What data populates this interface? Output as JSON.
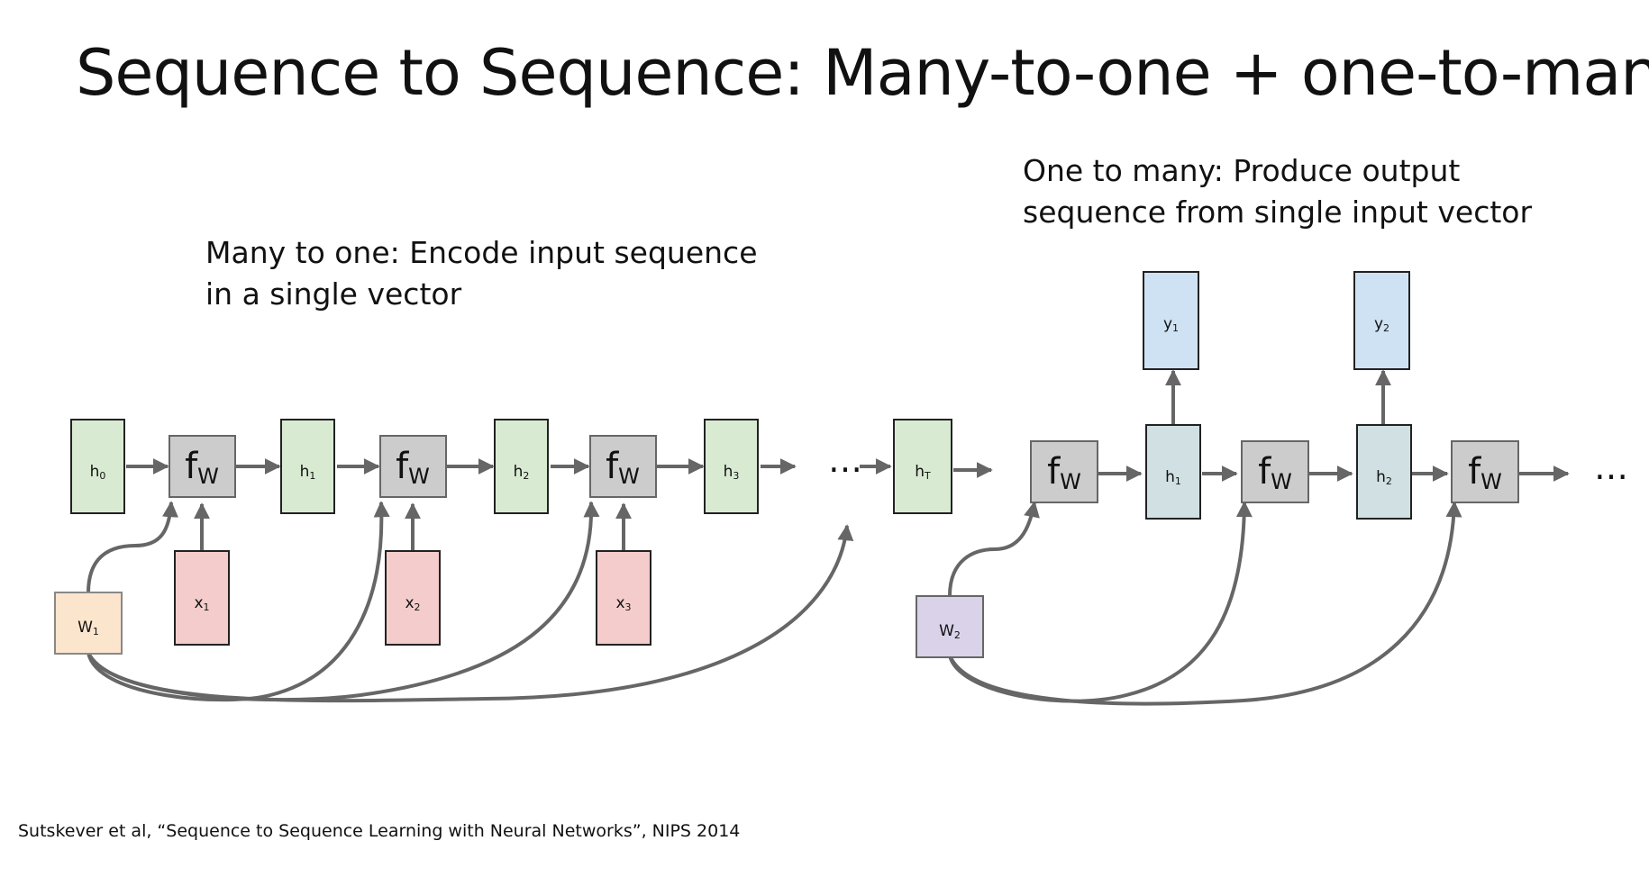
{
  "title": "Sequence to Sequence: Many-to-one + one-to-many",
  "captions": {
    "left": [
      "Many to one: Encode input sequence",
      "in a single vector"
    ],
    "right": [
      "One to many: Produce output",
      "sequence from single input vector"
    ]
  },
  "citation": "Sutskever et al, “Sequence to Sequence Learning with Neural Networks”, NIPS 2014",
  "encoder": {
    "hidden": [
      {
        "base": "h",
        "sub": "0"
      },
      {
        "base": "h",
        "sub": "1"
      },
      {
        "base": "h",
        "sub": "2"
      },
      {
        "base": "h",
        "sub": "3"
      },
      {
        "base": "h",
        "sub": "T"
      }
    ],
    "inputs": [
      {
        "base": "x",
        "sub": "1"
      },
      {
        "base": "x",
        "sub": "2"
      },
      {
        "base": "x",
        "sub": "3"
      }
    ],
    "weight": {
      "base": "W",
      "sub": "1"
    },
    "ellipsis": "…"
  },
  "decoder": {
    "hidden": [
      {
        "base": "h",
        "sub": "1"
      },
      {
        "base": "h",
        "sub": "2"
      }
    ],
    "outputs": [
      {
        "base": "y",
        "sub": "1"
      },
      {
        "base": "y",
        "sub": "2"
      }
    ],
    "weight": {
      "base": "W",
      "sub": "2"
    },
    "ellipsis": "…"
  },
  "function_node": {
    "base": "f",
    "sub": "W"
  },
  "colors": {
    "hidden_fill": "#d9ead3",
    "function_fill": "#cccccc",
    "input_fill": "#f4cccc",
    "output_fill": "#cfe2f3",
    "decoder_hidden_fill": "#d0e0e3",
    "w1_fill": "#fce5cd",
    "w2_fill": "#d9d2e9",
    "arrow": "#666666"
  }
}
